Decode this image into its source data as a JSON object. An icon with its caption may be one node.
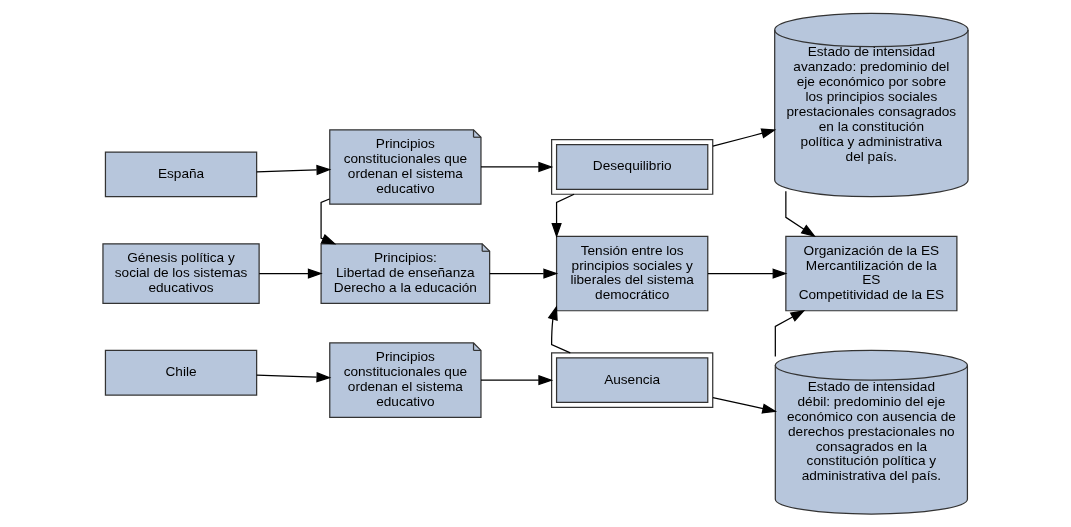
{
  "diagram": {
    "nodes": [
      {
        "text": [
          "España"
        ]
      },
      {
        "text": [
          "Principios constitucionales que ordenan el sistema educativo"
        ]
      },
      {
        "text": [
          "Desequilibrio"
        ]
      },
      {
        "text": [
          "Estado de intensidad avanzado: predominio del eje económico por sobre los principios sociales prestacionales consagrados en la constitución política y administrativa del país."
        ]
      },
      {
        "text": [
          "Génesis política y social de los sistemas educativos"
        ]
      },
      {
        "text": [
          "Principios:",
          "Libertad de enseñanza",
          "Derecho a la educación"
        ]
      },
      {
        "text": [
          "Tensión entre los principios sociales y liberales del sistema democrático"
        ]
      },
      {
        "text": [
          "Organización de la ES",
          "Mercantilización de la ES",
          "Competitividad de la ES"
        ]
      },
      {
        "text": [
          "Chile"
        ]
      },
      {
        "text": [
          "Principios constitucionales que ordenan el sistema educativo"
        ]
      },
      {
        "text": [
          "Ausencia"
        ]
      },
      {
        "text": [
          "Estado de intensidad débil: predominio del eje económico con ausencia de derechos prestacionales no consagrados en la constitución política y administrativa del país."
        ]
      }
    ],
    "edges": [
      {
        "from": 0,
        "to": 1,
        "arrow": "to"
      },
      {
        "from": 1,
        "to": 2,
        "arrow": "to"
      },
      {
        "from": 2,
        "to": 3,
        "arrow": "to"
      },
      {
        "from": 1,
        "to": 5,
        "arrow": "to"
      },
      {
        "from": 2,
        "to": 6,
        "arrow": "to"
      },
      {
        "from": 3,
        "to": 7,
        "arrow": "to"
      },
      {
        "from": 4,
        "to": 5,
        "arrow": "to"
      },
      {
        "from": 5,
        "to": 6,
        "arrow": "to"
      },
      {
        "from": 6,
        "to": 7,
        "arrow": "to"
      },
      {
        "from": 8,
        "to": 9,
        "arrow": "to"
      },
      {
        "from": 9,
        "to": 10,
        "arrow": "to"
      },
      {
        "from": 10,
        "to": 6,
        "arrow": "to"
      },
      {
        "from": 10,
        "to": 11,
        "arrow": "to"
      },
      {
        "from": 11,
        "to": 7,
        "arrow": "to"
      }
    ]
  }
}
